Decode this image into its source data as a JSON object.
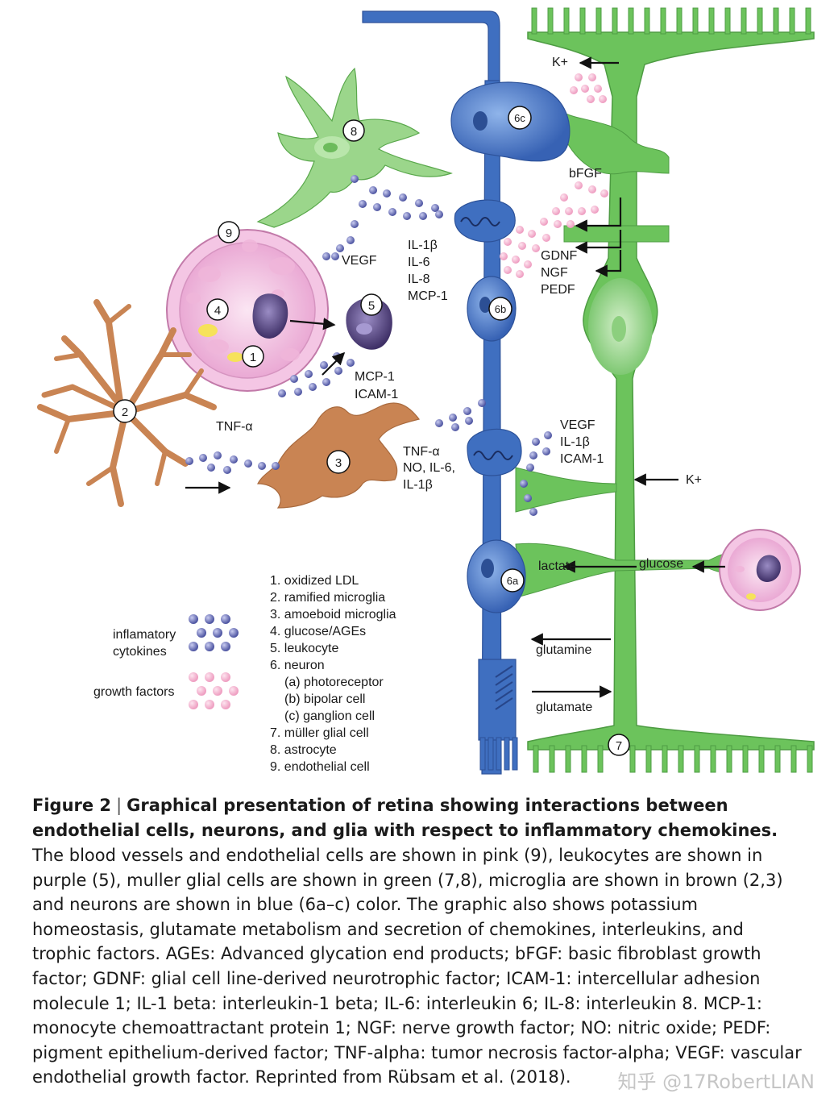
{
  "labels": {
    "k_top": "K+",
    "k_mid": "K+",
    "bfgf": "bFGF",
    "gdnf": "GDNF",
    "ngf": "NGF",
    "pedf": "PEDF",
    "il1b_a": "IL-1β",
    "il6_a": "IL-6",
    "il8_a": "IL-8",
    "mcp1_a": "MCP-1",
    "vegf_a": "VEGF",
    "mcp1_b": "MCP-1",
    "icam1_b": "ICAM-1",
    "tnfa_a": "TNF-α",
    "tnfa_b": "TNF-α",
    "no_il6": "NO, IL-6,",
    "il1b_b": "IL-1β",
    "vegf_c": "VEGF",
    "il1b_c": "IL-1β",
    "icam1_c": "ICAM-1",
    "lactate": "lactate",
    "glucose": "glucose",
    "glutamine": "glutamine",
    "glutamate": "glutamate"
  },
  "numbers": {
    "n1": "1",
    "n2": "2",
    "n3": "3",
    "n4": "4",
    "n5": "5",
    "n6a": "6a",
    "n6b": "6b",
    "n6c": "6c",
    "n7": "7",
    "n8": "8",
    "n9": "9"
  },
  "legend": {
    "list": [
      "1. oxidized LDL",
      "2. ramified microglia",
      "3. amoeboid microglia",
      "4. glucose/AGEs",
      "5. leukocyte",
      "6. neuron",
      "(a) photoreceptor",
      "(b) bipolar cell",
      "(c) ganglion cell",
      "7. müller glial cell",
      "8. astrocyte",
      "9. endothelial cell"
    ],
    "inflammatory_1": "inflamatory",
    "inflammatory_2": "cytokines",
    "growth": "growth factors"
  },
  "caption": {
    "figure_num": "Figure 2",
    "separator": "|",
    "title": "Graphical presentation of retina showing interactions between endothelial cells, neurons, and glia with respect to inflammatory chemokines.",
    "body": "The blood vessels and endothelial cells are shown in pink (9), leukocytes are shown in purple (5), muller glial cells are shown in green (7,8), microglia are shown in brown (2,3) and neurons are shown in blue (6a–c) color. The graphic also shows potassium homeostasis, glutamate metabolism and secretion of chemokines, interleukins, and trophic factors. AGEs: Advanced glycation end products; bFGF: basic fibroblast growth factor; GDNF: glial cell line-derived neurotrophic factor; ICAM-1: intercellular adhesion molecule 1; IL-1 beta: interleukin-1 beta; IL-6: interleukin 6; IL-8: interleukin 8. MCP-1: monocyte chemoattractant protein 1; NGF: nerve growth factor; NO: nitric oxide; PEDF: pigment epithelium-derived factor; TNF-alpha: tumor necrosis factor-alpha; VEGF: vascular endothelial growth factor. Reprinted from Rübsam et al. (2018)."
  },
  "watermark": "知乎 @17RobertLIAN",
  "colors": {
    "neuron_blue": "#3f6fc0",
    "glia_green": "#6cc35c",
    "microglia_brown": "#c98453",
    "vessel_pink": "#efbfe0",
    "leukocyte_purple": "#5b4a87",
    "cytokine_dot": "#5a62a8",
    "growth_dot": "#f2a9c8"
  }
}
